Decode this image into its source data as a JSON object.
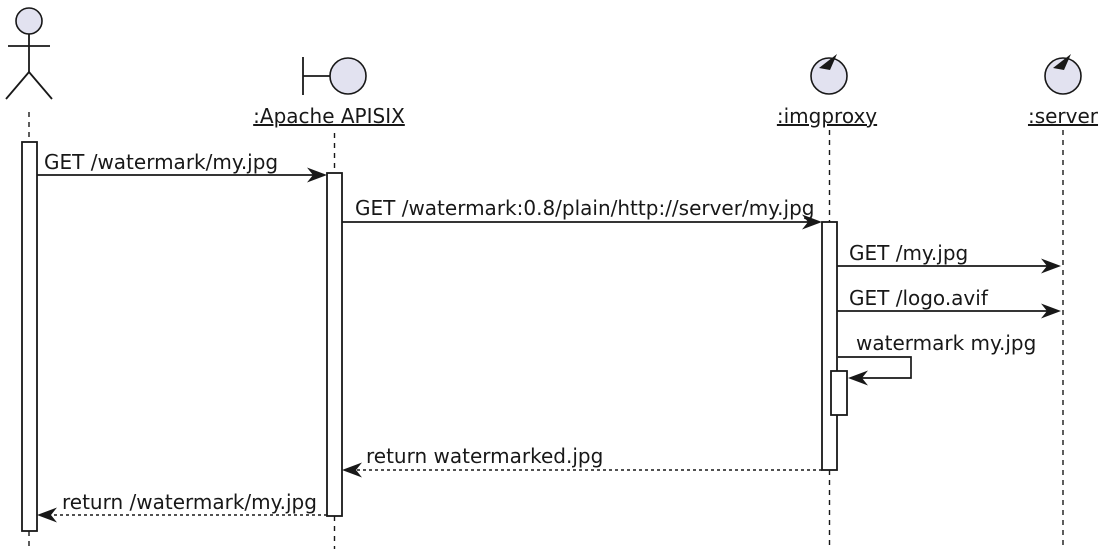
{
  "diagram": {
    "kind": "uml-sequence-diagram",
    "colors": {
      "line": "#181818",
      "participant_fill": "#E2E2F0",
      "activation_fill": "#FFFFFF",
      "background": "#FFFFFF"
    },
    "participants": [
      {
        "id": "user",
        "label": "",
        "icon": "actor"
      },
      {
        "id": "apisix",
        "label": ":Apache APISIX",
        "icon": "boundary"
      },
      {
        "id": "imgproxy",
        "label": ":imgproxy",
        "icon": "control"
      },
      {
        "id": "server",
        "label": ":server",
        "icon": "control"
      }
    ],
    "messages": [
      {
        "n": 1,
        "from": "user",
        "to": "apisix",
        "label": "GET /watermark/my.jpg",
        "line": "solid"
      },
      {
        "n": 2,
        "from": "apisix",
        "to": "imgproxy",
        "label": "GET /watermark:0.8/plain/http://server/my.jpg",
        "line": "solid"
      },
      {
        "n": 3,
        "from": "imgproxy",
        "to": "server",
        "label": "GET /my.jpg",
        "line": "solid"
      },
      {
        "n": 4,
        "from": "imgproxy",
        "to": "server",
        "label": "GET /logo.avif",
        "line": "solid"
      },
      {
        "n": 5,
        "from": "imgproxy",
        "to": "imgproxy",
        "label": "watermark my.jpg",
        "line": "self"
      },
      {
        "n": 6,
        "from": "imgproxy",
        "to": "apisix",
        "label": "return watermarked.jpg",
        "line": "dotted"
      },
      {
        "n": 7,
        "from": "apisix",
        "to": "user",
        "label": "return /watermark/my.jpg",
        "line": "dotted"
      }
    ]
  }
}
